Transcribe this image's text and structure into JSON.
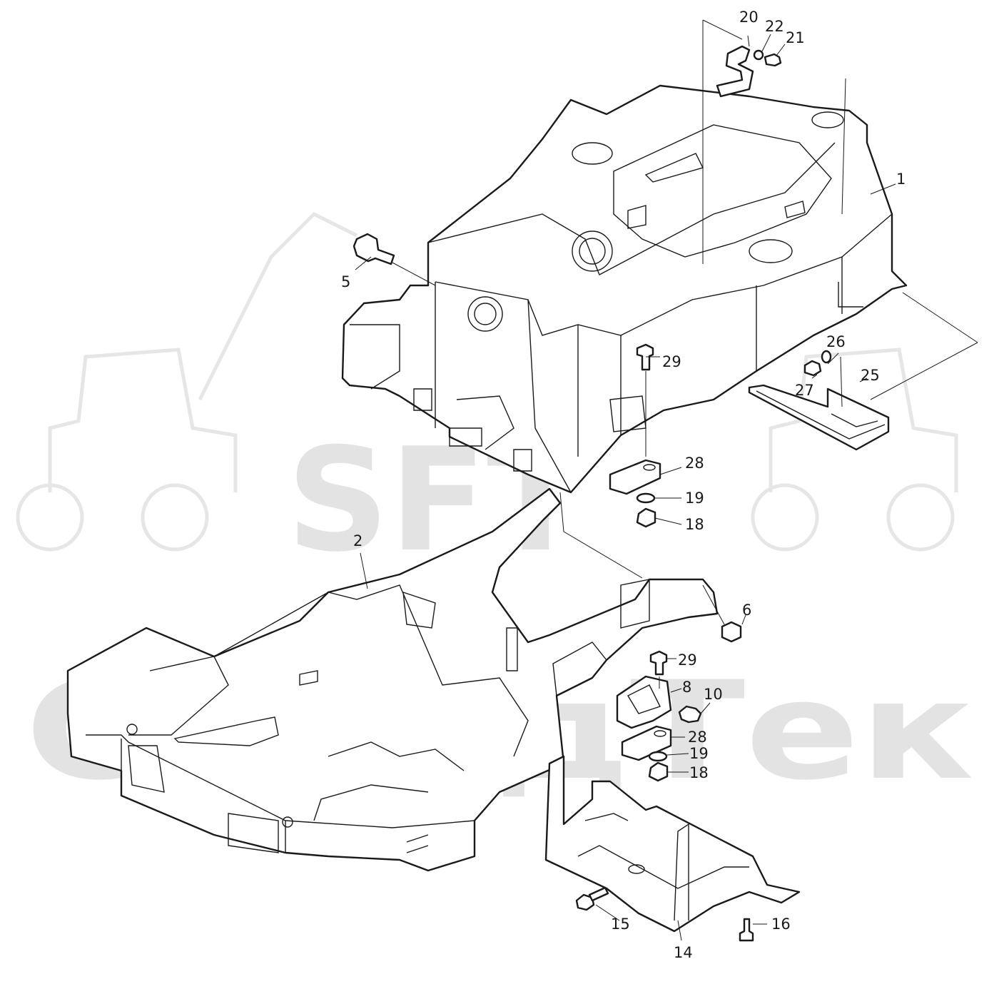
{
  "watermark": {
    "logo_text": "SFT",
    "brand_text": "СкандТек",
    "color": "#e3e3e3"
  },
  "line_color": "#1a1a1a",
  "callouts": [
    {
      "id": "1",
      "text": "1"
    },
    {
      "id": "2",
      "text": "2"
    },
    {
      "id": "5",
      "text": "5"
    },
    {
      "id": "6",
      "text": "6"
    },
    {
      "id": "8",
      "text": "8"
    },
    {
      "id": "10",
      "text": "10"
    },
    {
      "id": "14",
      "text": "14"
    },
    {
      "id": "15",
      "text": "15"
    },
    {
      "id": "16",
      "text": "16"
    },
    {
      "id": "18a",
      "text": "18"
    },
    {
      "id": "18b",
      "text": "18"
    },
    {
      "id": "19a",
      "text": "19"
    },
    {
      "id": "19b",
      "text": "19"
    },
    {
      "id": "20",
      "text": "20"
    },
    {
      "id": "21",
      "text": "21"
    },
    {
      "id": "22",
      "text": "22"
    },
    {
      "id": "25",
      "text": "25"
    },
    {
      "id": "26",
      "text": "26"
    },
    {
      "id": "27",
      "text": "27"
    },
    {
      "id": "28a",
      "text": "28"
    },
    {
      "id": "28b",
      "text": "28"
    },
    {
      "id": "29a",
      "text": "29"
    },
    {
      "id": "29b",
      "text": "29"
    }
  ]
}
